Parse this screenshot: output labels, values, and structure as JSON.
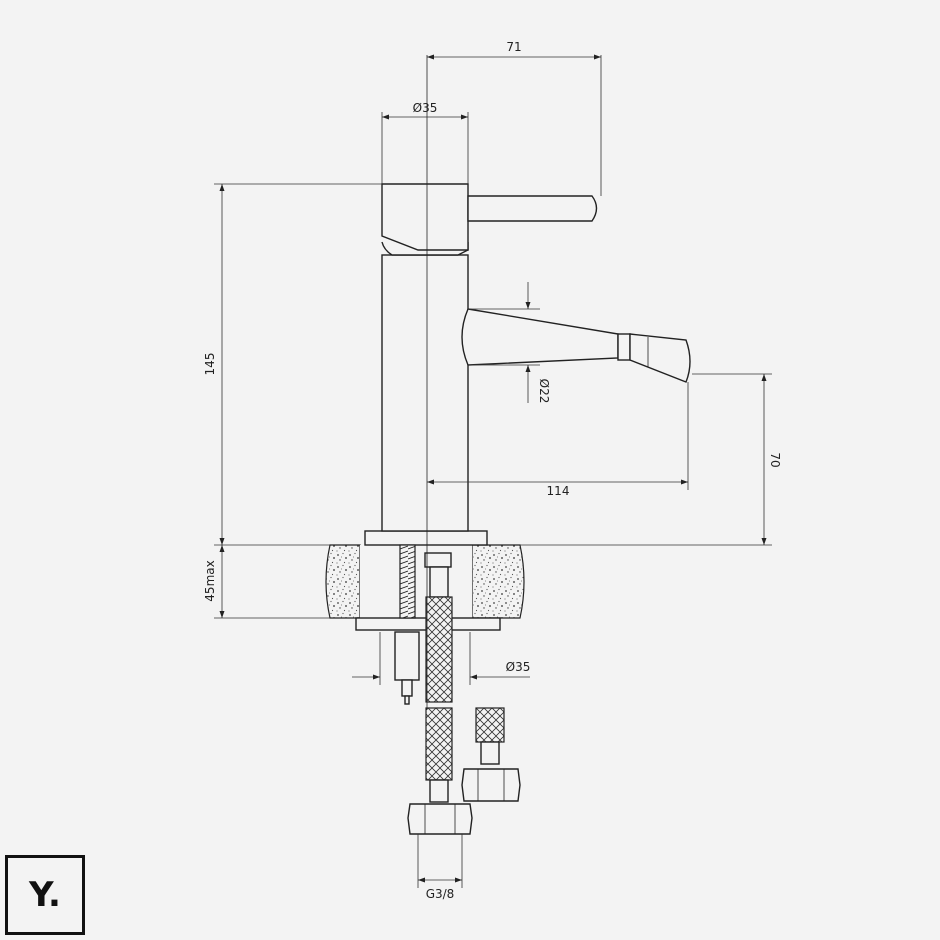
{
  "dimensions": {
    "spout_reach_top": "71",
    "body_diameter_top": "Ø35",
    "total_height": "145",
    "outlet_diameter": "Ø22",
    "outlet_height": "70",
    "spout_reach": "114",
    "counter_thickness": "45max",
    "base_diameter": "Ø35",
    "thread": "G3/8"
  },
  "logo": {
    "text": "Y."
  }
}
